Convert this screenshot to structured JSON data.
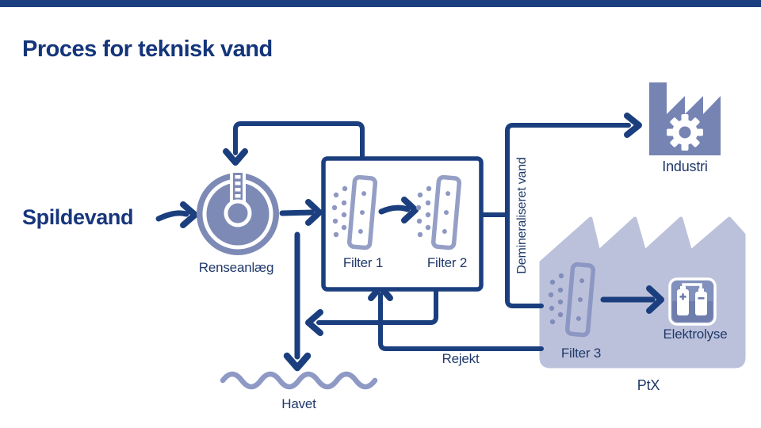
{
  "title": "Proces for teknisk vand",
  "labels": {
    "spildevand": "Spildevand",
    "renseanlaeg": "Renseanlæg",
    "filter1": "Filter 1",
    "filter2": "Filter 2",
    "filter3": "Filter 3",
    "demineraliseret_vand": "Demineraliseret vand",
    "industri": "Industri",
    "elektrolyse": "Elektrolyse",
    "ptx": "PtX",
    "rejekt": "Rejekt",
    "havet": "Havet"
  },
  "colors": {
    "navy": "#1b3f7e",
    "text_navy": "#20396b",
    "periwinkle": "#8e98c2",
    "plant_fill": "#7e8ab6",
    "filter_outline": "#959fc6",
    "industry_fill": "#7584b3",
    "ptx_fill": "#bcc1db",
    "electrolysis_top": "#8190bc",
    "electrolysis_bottom": "#6e7dac",
    "wave": "#8e99c5"
  },
  "icons": {
    "treatment_plant": "clarifier-circle-icon",
    "industry": "factory-gear-icon",
    "ptx_building": "factory-silhouette-shape",
    "electrolysis": "electrolysis-cells-icon",
    "sea": "wave-icon",
    "filter": "filter-panel-icon"
  }
}
